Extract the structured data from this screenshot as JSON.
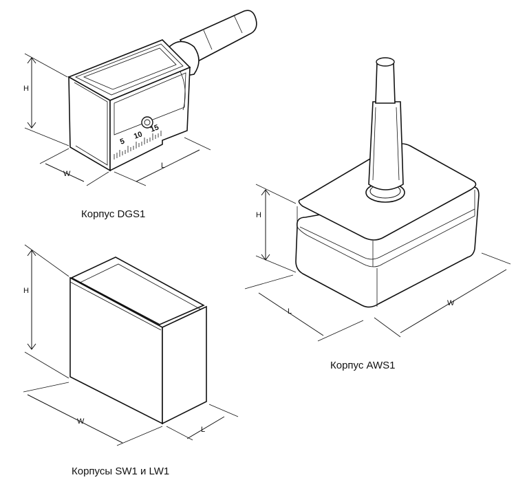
{
  "captions": {
    "dgs1": "Корпус DGS1",
    "aws1": "Корпус AWS1",
    "sw1_lw1": "Корпусы SW1 и LW1"
  },
  "dimensions": {
    "dgs1": {
      "h": "H",
      "w": "W",
      "l": "L"
    },
    "aws1": {
      "h": "H",
      "l": "L",
      "w": "W"
    },
    "sw1": {
      "h": "H",
      "w": "W",
      "l": "L"
    }
  },
  "dial_ticks": {
    "t5": "5",
    "t10": "10",
    "t15": "15"
  }
}
